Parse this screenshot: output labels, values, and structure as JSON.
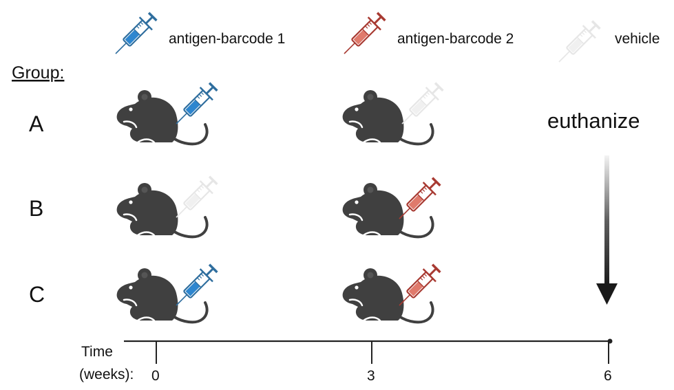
{
  "legend": {
    "items": [
      {
        "label": "antigen-barcode 1",
        "color": "#2f6e9e",
        "fluid": "#2e86cf"
      },
      {
        "label": "antigen-barcode 2",
        "color": "#a83a32",
        "fluid": "#e07a6c"
      },
      {
        "label": "vehicle",
        "color": "#e8e8e8",
        "fluid": "#f2f2f2"
      }
    ]
  },
  "groups": {
    "title": "Group:",
    "rows": [
      {
        "label": "A",
        "week0": "antigen-barcode 1",
        "week3": "vehicle"
      },
      {
        "label": "B",
        "week0": "vehicle",
        "week3": "antigen-barcode 2"
      },
      {
        "label": "C",
        "week0": "antigen-barcode 1",
        "week3": "antigen-barcode 2"
      }
    ]
  },
  "endpoint": {
    "label": "euthanize"
  },
  "timeline": {
    "label_line1": "Time",
    "label_line2": "(weeks):",
    "ticks": [
      "0",
      "3",
      "6"
    ]
  },
  "colors": {
    "mouse": "#404040",
    "axis": "#222222",
    "arrow": "#1a1a1a"
  }
}
